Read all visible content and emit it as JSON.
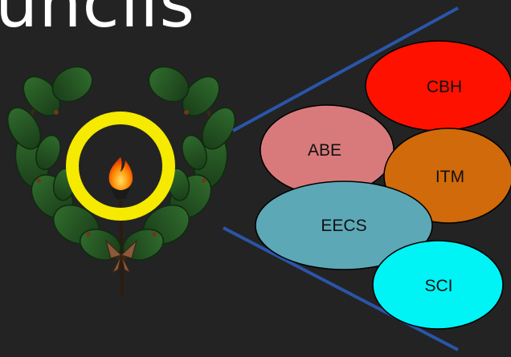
{
  "slide": {
    "title": "uncils",
    "background_color": "#232323"
  },
  "emblem": {
    "icon": "torch-wreath-emblem",
    "ring_color": "#f5ea00",
    "wreath_color": "#1f4a1f"
  },
  "schools": [
    {
      "label": "CBH",
      "color": "#ff1100"
    },
    {
      "label": "ABE",
      "color": "#d87a7c"
    },
    {
      "label": "ITM",
      "color": "#d06a0a"
    },
    {
      "label": "EECS",
      "color": "#5da8b6"
    },
    {
      "label": "SCI",
      "color": "#00f3f5"
    }
  ],
  "connector_color": "#2a55a8"
}
